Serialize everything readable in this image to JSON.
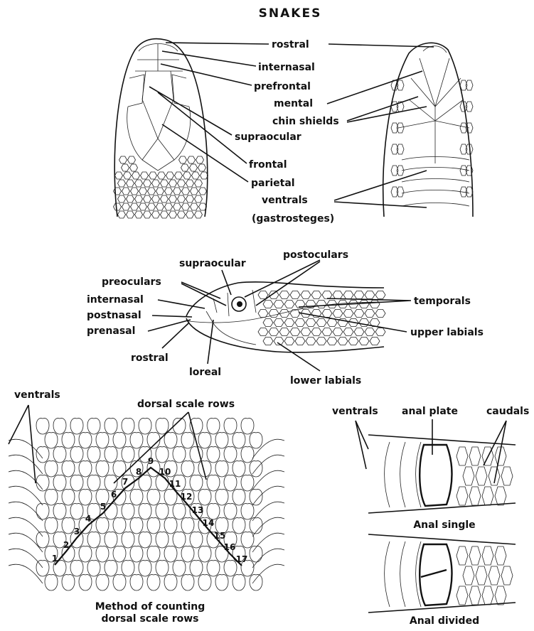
{
  "title": "SNAKES",
  "head_labels": {
    "rostral": "rostral",
    "internasal": "internasal",
    "prefrontal": "prefrontal",
    "mental": "mental",
    "chin_shields": "chin shields",
    "supraocular": "supraocular",
    "frontal": "frontal",
    "parietal": "parietal",
    "ventrals": "ventrals",
    "gastrosteges": "(gastrosteges)"
  },
  "side_labels": {
    "supraocular": "supraocular",
    "postoculars": "postoculars",
    "preoculars": "preoculars",
    "internasal": "internasal",
    "postnasal": "postnasal",
    "prenasal": "prenasal",
    "rostral": "rostral",
    "loreal": "loreal",
    "temporals": "temporals",
    "upper_labials": "upper labials",
    "lower_labials": "lower labials"
  },
  "dorsal": {
    "ventrals": "ventrals",
    "dorsal_scale_rows": "dorsal scale rows",
    "caption_line1": "Method of counting",
    "caption_line2": "dorsal scale rows",
    "row_numbers": [
      "1",
      "2",
      "3",
      "4",
      "5",
      "6",
      "7",
      "8",
      "9",
      "10",
      "11",
      "12",
      "13",
      "14",
      "15",
      "16",
      "17"
    ]
  },
  "anal": {
    "ventrals": "ventrals",
    "anal_plate": "anal plate",
    "caudals": "caudals",
    "single": "Anal single",
    "divided": "Anal divided"
  }
}
